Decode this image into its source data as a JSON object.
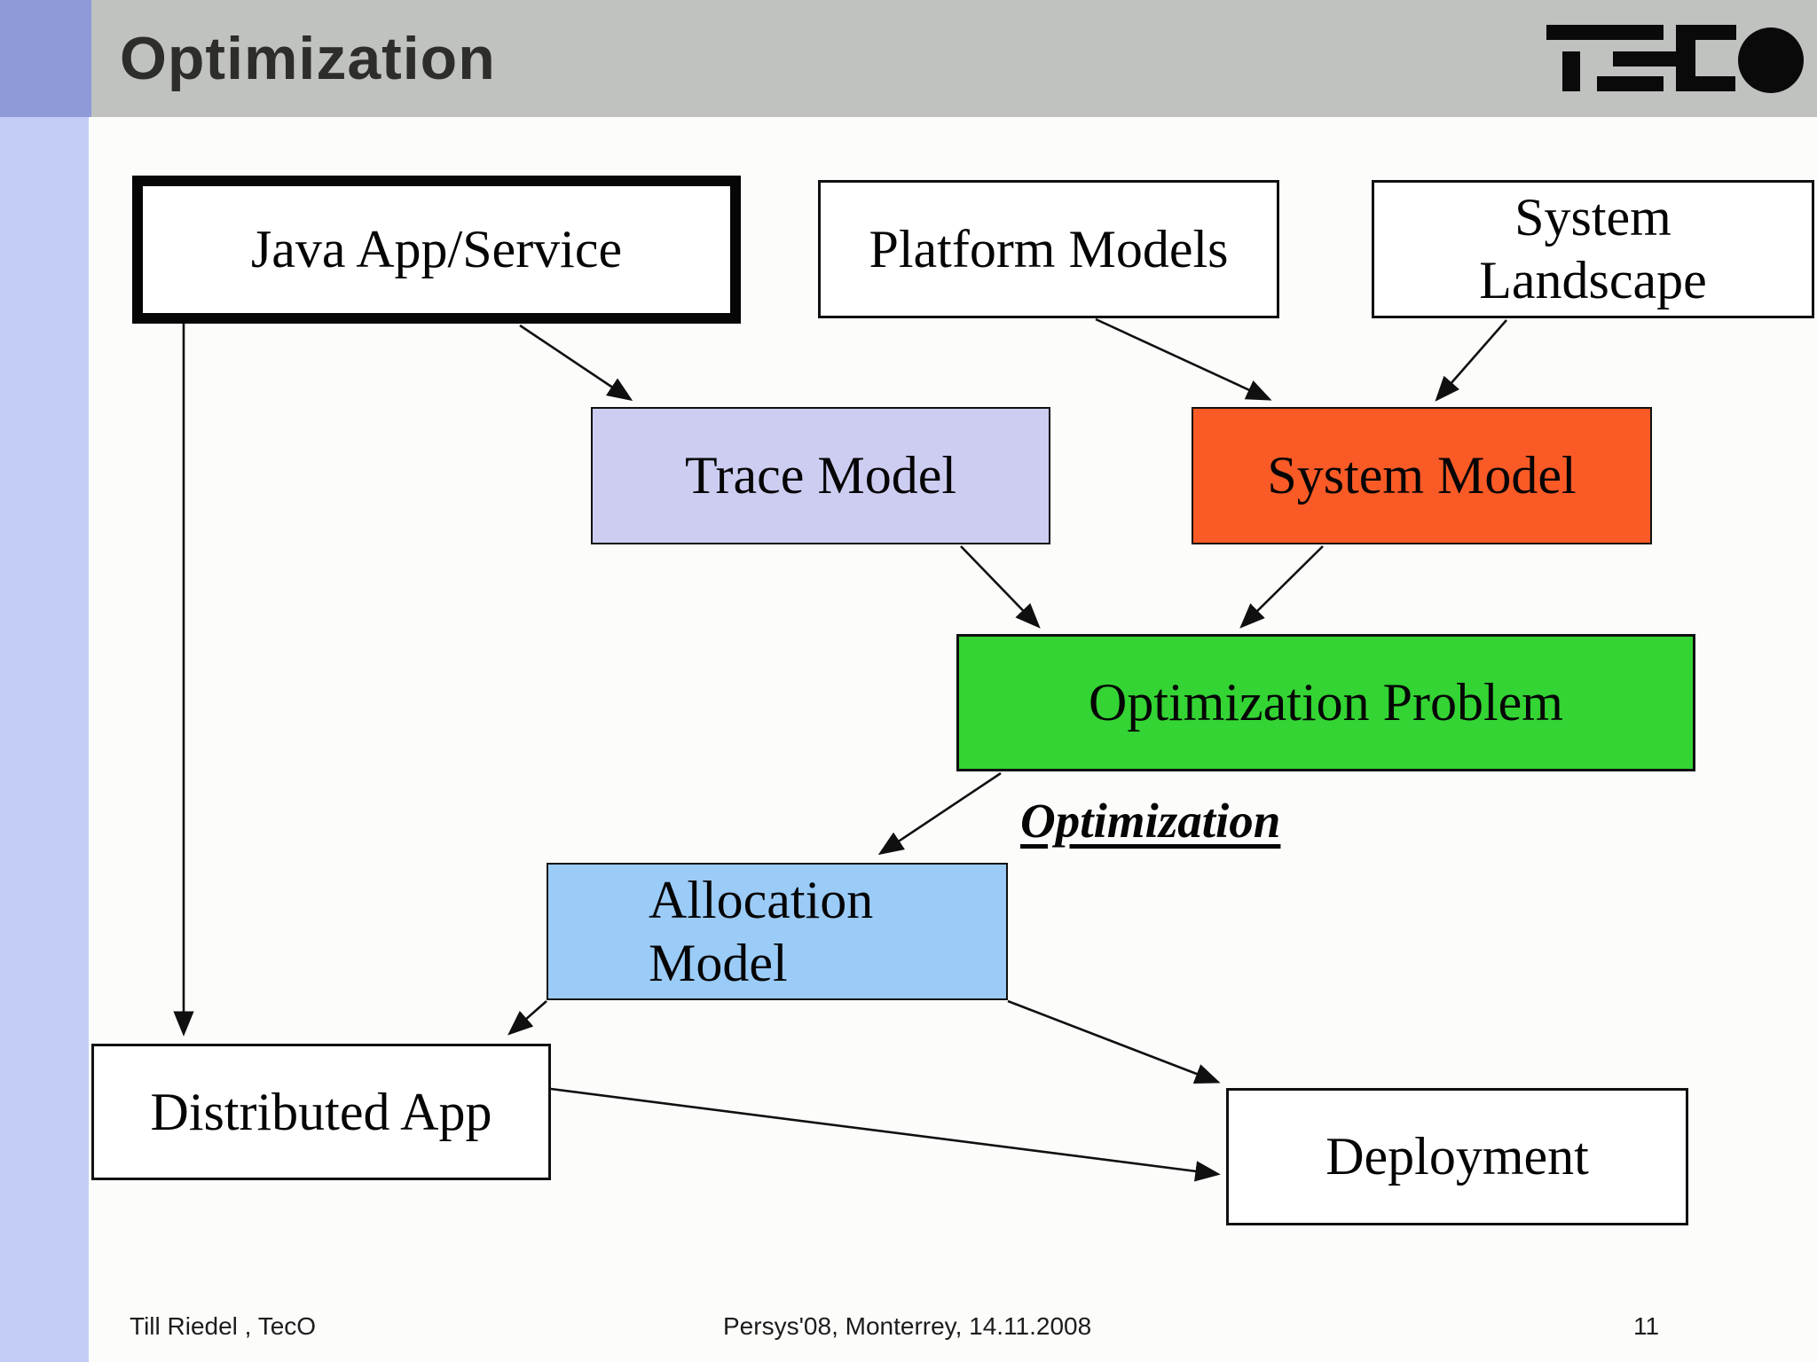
{
  "header": {
    "title": "Optimization",
    "logo_text": "TECO"
  },
  "nodes": {
    "java_app": {
      "label": "Java App/Service"
    },
    "platform_models": {
      "label": "Platform Models"
    },
    "system_landscape": {
      "line1": "System",
      "line2": "Landscape"
    },
    "trace_model": {
      "label": "Trace Model"
    },
    "system_model": {
      "label": "System Model"
    },
    "optimization_problem": {
      "label": "Optimization Problem"
    },
    "allocation_model": {
      "line1": "Allocation",
      "line2": "Model"
    },
    "distributed_app": {
      "label": "Distributed App"
    },
    "deployment": {
      "label": "Deployment"
    }
  },
  "edge_label": "Optimization",
  "footer": {
    "author": "Till Riedel , TecO",
    "venue": "Persys'08, Monterrey, 14.11.2008",
    "page_number": "11"
  },
  "colors": {
    "header_bar": "#C0C2BF",
    "corner_square": "#8E9BD8",
    "side_stripe": "#C3CDF5",
    "trace_model_fill": "#CDCDF2",
    "system_model_fill": "#FA5A26",
    "optimization_problem_fill": "#33D433",
    "allocation_model_fill": "#9BCBF7",
    "white_box_fill": "#FFFFFF",
    "logo_black": "#0A0A0A",
    "arrow_stroke": "#101010"
  }
}
